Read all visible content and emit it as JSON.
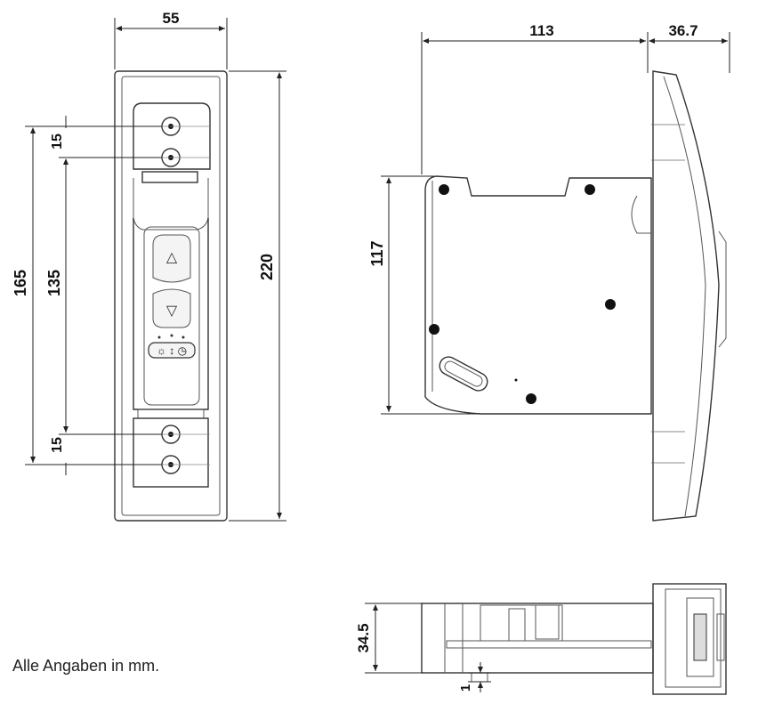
{
  "dimensions": {
    "front_width": "55",
    "front_height_total": "220",
    "hole_span_outer": "165",
    "hole_span_inner": "135",
    "hole_offset_top": "15",
    "hole_offset_bottom": "15",
    "side_depth": "113",
    "side_cover_depth": "36.7",
    "side_height": "117",
    "bottom_height": "34.5",
    "bottom_offset": "1"
  },
  "note": "Alle Angaben in mm.",
  "buttons": {
    "up_symbol": "△",
    "down_symbol": "▽",
    "mode_symbols": "☼ ↕ ◷"
  }
}
